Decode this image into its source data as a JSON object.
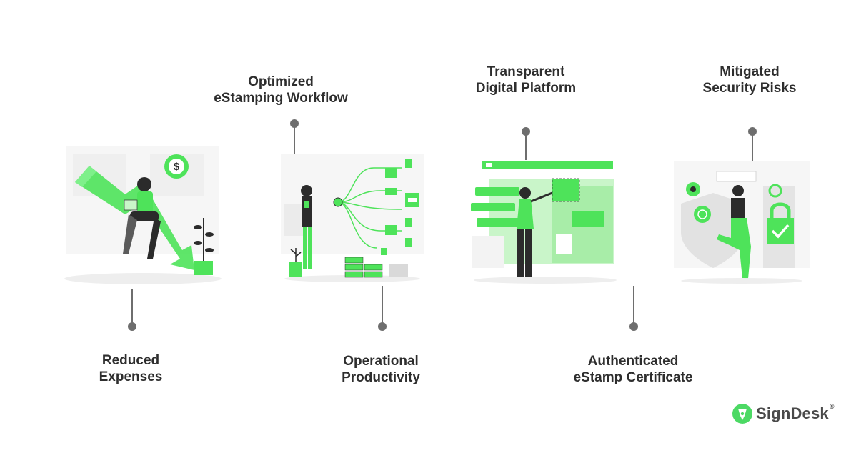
{
  "features": [
    {
      "id": "reduced-expenses",
      "label": "Reduced\nExpenses"
    },
    {
      "id": "optimized-workflow",
      "label": "Optimized\neStamping Workflow"
    },
    {
      "id": "operational-productivity",
      "label": "Operational\nProductivity"
    },
    {
      "id": "transparent-platform",
      "label": "Transparent\nDigital Platform"
    },
    {
      "id": "authenticated-certificate",
      "label": "Authenticated\neStamp Certificate"
    },
    {
      "id": "mitigated-risks",
      "label": "Mitigated\nSecurity Risks"
    }
  ],
  "brand": {
    "name": "SignDesk",
    "registered": "®",
    "accent": "#4cd964",
    "text_color": "#4a4a4a"
  },
  "colors": {
    "green": "#4ee35a",
    "light_green": "#c9f5c9",
    "dark": "#2b2b2b",
    "connector": "#6e6e6e"
  }
}
